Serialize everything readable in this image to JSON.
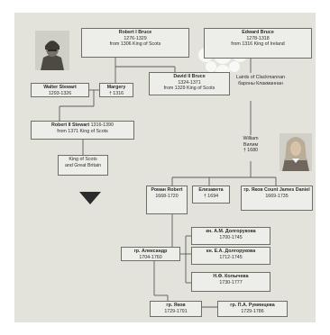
{
  "nodes": {
    "robert_bruce": {
      "name": "Robert I Bruce",
      "lines": [
        "1276-1329",
        "from 1306 King of Scots"
      ]
    },
    "edward_bruce": {
      "name": "Edward Bruce",
      "lines": [
        "1278-1318",
        "from 1316 King of Ireland"
      ]
    },
    "walter_stewart": {
      "name": "Walter Stewart",
      "lines": [
        "1293-1326"
      ]
    },
    "margery": {
      "name": "Margery",
      "lines": [
        "† 1316"
      ]
    },
    "david_bruce": {
      "name": "David II Bruce",
      "lines": [
        "1324-1371",
        "from 1329 King of Scots"
      ]
    },
    "lairds": {
      "name": "",
      "lines": [
        "Lairds of Clackmannan",
        "бароны Клакманнан"
      ]
    },
    "robert_stewart": {
      "name": "Robert II Stewart",
      "name_suffix": " 1316-1390",
      "lines": [
        "from 1371 King of Scots"
      ]
    },
    "william": {
      "name": "",
      "lines": [
        "William",
        "Вилим",
        "† 1680"
      ]
    },
    "kings": {
      "name": "",
      "lines": [
        "King of Scots",
        "and Great Britain"
      ]
    },
    "roman_robert": {
      "name": "Роман Robert",
      "lines": [
        "1668-1720"
      ]
    },
    "elizaveta": {
      "name": "Елизавета",
      "lines": [
        "† 1694"
      ]
    },
    "yakov_daniel": {
      "name": "гр. Яков Count James Daniel",
      "lines": [
        "1669-1735"
      ]
    },
    "dolg_am": {
      "name": "кн. А.М. Долгорукова",
      "lines": [
        "1700-1745"
      ]
    },
    "aleksandr": {
      "name": "гр. Александр",
      "lines": [
        "1704-1760"
      ]
    },
    "dolg_ea": {
      "name": "кн. Е.А. Долгорукова",
      "lines": [
        "1712-1745"
      ]
    },
    "kolycheva": {
      "name": "Н.Ф. Колычева",
      "lines": [
        "1730-1777"
      ]
    },
    "yakov2": {
      "name": "гр. Яков",
      "lines": [
        "1729-1791"
      ]
    },
    "rumyantseva": {
      "name": "гр. П.А. Румянцева",
      "lines": [
        "1729-1786"
      ]
    }
  },
  "colors": {
    "background": "#e3e3dc",
    "box_fill": "#ededea",
    "box_border": "#6e6e68",
    "line": "#5c5c58",
    "arrow": "#2b2b2b",
    "text": "#2c2c2a"
  }
}
